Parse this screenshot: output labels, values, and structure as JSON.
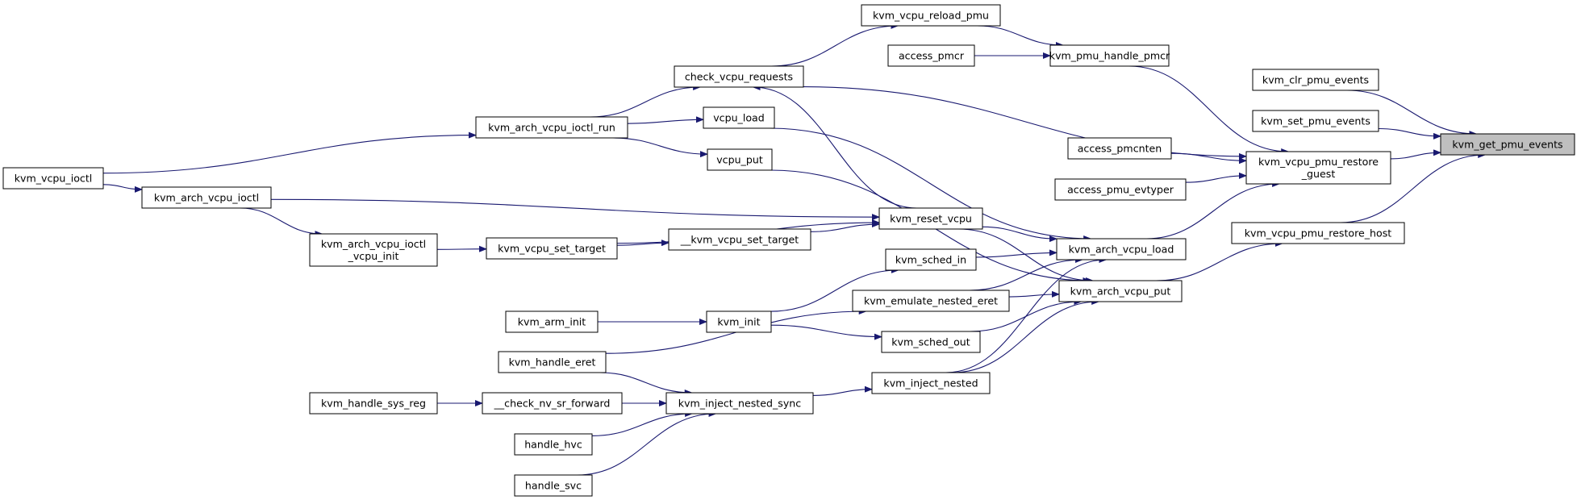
{
  "colors": {
    "edge": "#191970",
    "node_border": "#000000",
    "node_fill": "#ffffff",
    "root_fill": "#bfbfbf",
    "background": "#ffffff"
  },
  "nodes": {
    "kvm_get_pmu_events": {
      "lines": [
        "kvm_get_pmu_events"
      ],
      "root": true
    },
    "kvm_clr_pmu_events": {
      "lines": [
        "kvm_clr_pmu_events"
      ]
    },
    "kvm_set_pmu_events": {
      "lines": [
        "kvm_set_pmu_events"
      ]
    },
    "kvm_vcpu_pmu_restore_guest": {
      "lines": [
        "kvm_vcpu_pmu_restore",
        "_guest"
      ]
    },
    "kvm_vcpu_pmu_restore_host": {
      "lines": [
        "kvm_vcpu_pmu_restore_host"
      ]
    },
    "kvm_pmu_handle_pmcr": {
      "lines": [
        "kvm_pmu_handle_pmcr"
      ]
    },
    "access_pmcntenset": {
      "lines": [
        "access_pmcnten"
      ]
    },
    "access_pmu_evtyper": {
      "lines": [
        "access_pmu_evtyper"
      ]
    },
    "kvm_arch_vcpu_load": {
      "lines": [
        "kvm_arch_vcpu_load"
      ]
    },
    "kvm_arch_vcpu_put": {
      "lines": [
        "kvm_arch_vcpu_put"
      ]
    },
    "kvm_vcpu_reload_pmu": {
      "lines": [
        "kvm_vcpu_reload_pmu"
      ]
    },
    "access_pmcr": {
      "lines": [
        "access_pmcr"
      ]
    },
    "check_vcpu_requests": {
      "lines": [
        "check_vcpu_requests"
      ]
    },
    "vcpu_load": {
      "lines": [
        "vcpu_load"
      ]
    },
    "vcpu_put": {
      "lines": [
        "vcpu_put"
      ]
    },
    "kvm_reset_vcpu": {
      "lines": [
        "kvm_reset_vcpu"
      ]
    },
    "kvm_sched_in": {
      "lines": [
        "kvm_sched_in"
      ]
    },
    "kvm_emulate_nested_eret": {
      "lines": [
        "kvm_emulate_nested_eret"
      ]
    },
    "kvm_sched_out": {
      "lines": [
        "kvm_sched_out"
      ]
    },
    "kvm_inject_nested": {
      "lines": [
        "kvm_inject_nested"
      ]
    },
    "kvm_arch_vcpu_ioctl_run": {
      "lines": [
        "kvm_arch_vcpu_ioctl_run"
      ]
    },
    "kvm_vcpu_ioctl": {
      "lines": [
        "kvm_vcpu_ioctl"
      ]
    },
    "kvm_arch_vcpu_ioctl": {
      "lines": [
        "kvm_arch_vcpu_ioctl"
      ]
    },
    "kvm_arch_vcpu_ioctl_vcpu_init": {
      "lines": [
        "kvm_arch_vcpu_ioctl",
        "_vcpu_init"
      ]
    },
    "kvm_vcpu_set_target": {
      "lines": [
        "kvm_vcpu_set_target"
      ]
    },
    "__kvm_vcpu_set_target": {
      "lines": [
        "__kvm_vcpu_set_target"
      ]
    },
    "kvm_init": {
      "lines": [
        "kvm_init"
      ]
    },
    "kvm_arm_init": {
      "lines": [
        "kvm_arm_init"
      ]
    },
    "kvm_handle_eret": {
      "lines": [
        "kvm_handle_eret"
      ]
    },
    "kvm_inject_nested_sync": {
      "lines": [
        "kvm_inject_nested_sync"
      ]
    },
    "__check_nv_sr_forward": {
      "lines": [
        "__check_nv_sr_forward"
      ]
    },
    "kvm_handle_sys_reg": {
      "lines": [
        "kvm_handle_sys_reg"
      ]
    },
    "handle_hvc": {
      "lines": [
        "handle_hvc"
      ]
    },
    "handle_svc": {
      "lines": [
        "handle_svc"
      ]
    }
  },
  "edges": [
    [
      "kvm_clr_pmu_events",
      "kvm_get_pmu_events"
    ],
    [
      "kvm_set_pmu_events",
      "kvm_get_pmu_events"
    ],
    [
      "kvm_vcpu_pmu_restore_guest",
      "kvm_get_pmu_events"
    ],
    [
      "kvm_vcpu_pmu_restore_host",
      "kvm_get_pmu_events"
    ],
    [
      "kvm_pmu_handle_pmcr",
      "kvm_vcpu_pmu_restore_guest"
    ],
    [
      "access_pmcntenset",
      "kvm_vcpu_pmu_restore_guest"
    ],
    [
      "access_pmu_evtyper",
      "kvm_vcpu_pmu_restore_guest"
    ],
    [
      "kvm_arch_vcpu_load",
      "kvm_vcpu_pmu_restore_guest"
    ],
    [
      "check_vcpu_requests",
      "kvm_vcpu_pmu_restore_guest"
    ],
    [
      "kvm_arch_vcpu_put",
      "kvm_vcpu_pmu_restore_host"
    ],
    [
      "kvm_vcpu_reload_pmu",
      "kvm_pmu_handle_pmcr"
    ],
    [
      "access_pmcr",
      "kvm_pmu_handle_pmcr"
    ],
    [
      "check_vcpu_requests",
      "kvm_vcpu_reload_pmu"
    ],
    [
      "kvm_arch_vcpu_ioctl_run",
      "check_vcpu_requests"
    ],
    [
      "kvm_arch_vcpu_ioctl_run",
      "vcpu_load"
    ],
    [
      "kvm_arch_vcpu_ioctl_run",
      "vcpu_put"
    ],
    [
      "kvm_vcpu_ioctl",
      "kvm_arch_vcpu_ioctl_run"
    ],
    [
      "kvm_vcpu_ioctl",
      "kvm_arch_vcpu_ioctl"
    ],
    [
      "kvm_arch_vcpu_ioctl",
      "kvm_arch_vcpu_ioctl_vcpu_init"
    ],
    [
      "kvm_arch_vcpu_ioctl",
      "kvm_reset_vcpu"
    ],
    [
      "kvm_arch_vcpu_ioctl_vcpu_init",
      "kvm_vcpu_set_target"
    ],
    [
      "kvm_vcpu_set_target",
      "__kvm_vcpu_set_target"
    ],
    [
      "kvm_vcpu_set_target",
      "kvm_reset_vcpu"
    ],
    [
      "__kvm_vcpu_set_target",
      "kvm_reset_vcpu"
    ],
    [
      "kvm_reset_vcpu",
      "check_vcpu_requests"
    ],
    [
      "kvm_reset_vcpu",
      "kvm_arch_vcpu_load"
    ],
    [
      "kvm_reset_vcpu",
      "kvm_arch_vcpu_put"
    ],
    [
      "vcpu_load",
      "kvm_arch_vcpu_load"
    ],
    [
      "vcpu_put",
      "kvm_arch_vcpu_put"
    ],
    [
      "kvm_sched_in",
      "kvm_arch_vcpu_load"
    ],
    [
      "kvm_emulate_nested_eret",
      "kvm_arch_vcpu_load"
    ],
    [
      "kvm_emulate_nested_eret",
      "kvm_arch_vcpu_put"
    ],
    [
      "kvm_sched_out",
      "kvm_arch_vcpu_put"
    ],
    [
      "kvm_inject_nested",
      "kvm_arch_vcpu_load"
    ],
    [
      "kvm_inject_nested",
      "kvm_arch_vcpu_put"
    ],
    [
      "kvm_init",
      "kvm_sched_in"
    ],
    [
      "kvm_init",
      "kvm_sched_out"
    ],
    [
      "kvm_arm_init",
      "kvm_init"
    ],
    [
      "kvm_handle_eret",
      "kvm_emulate_nested_eret"
    ],
    [
      "kvm_handle_eret",
      "kvm_inject_nested_sync"
    ],
    [
      "kvm_inject_nested_sync",
      "kvm_inject_nested"
    ],
    [
      "__check_nv_sr_forward",
      "kvm_inject_nested_sync"
    ],
    [
      "kvm_handle_sys_reg",
      "__check_nv_sr_forward"
    ],
    [
      "handle_hvc",
      "kvm_inject_nested_sync"
    ],
    [
      "handle_svc",
      "kvm_inject_nested_sync"
    ]
  ]
}
